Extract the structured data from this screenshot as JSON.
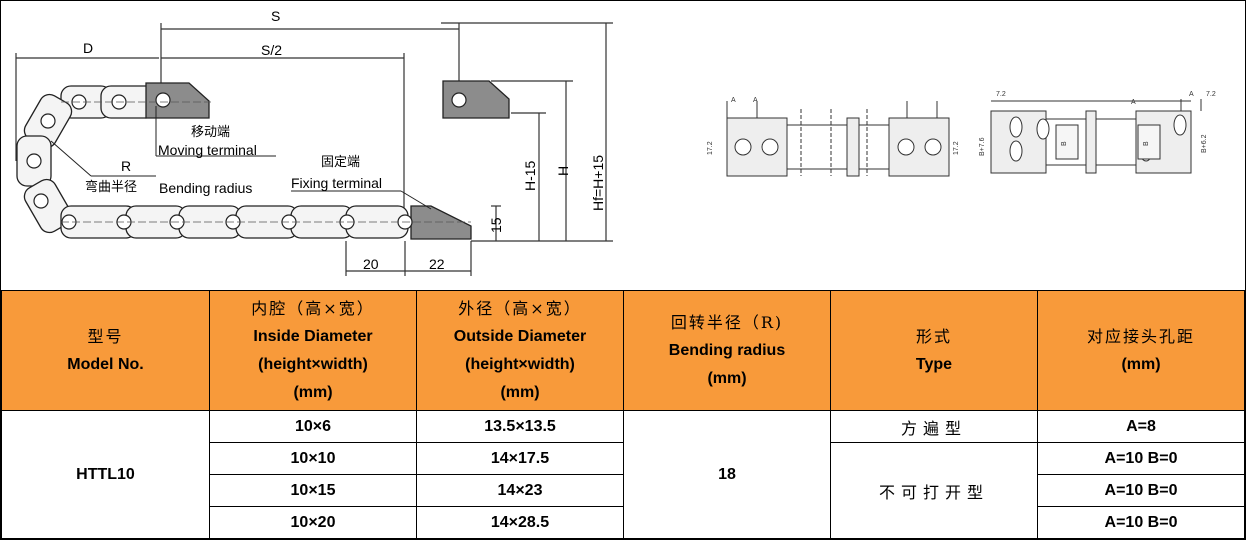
{
  "drawing": {
    "labels": {
      "s": "S",
      "s_half": "S/2",
      "d": "D",
      "r": "R",
      "moving_zh": "移动端",
      "moving_en": "Moving terminal",
      "fixing_zh": "固定端",
      "fixing_en": "Fixing terminal",
      "bending_zh": "弯曲半径",
      "bending_en": "Bending radius",
      "dim_20": "20",
      "dim_22": "22",
      "dim_15": "15",
      "h_minus_15": "H-15",
      "h": "H",
      "hf": "Hf=H+15"
    },
    "detail_labels": {
      "a1": "A",
      "a2": "A",
      "dim_17_2_a": "17.2",
      "dim_17_2_b": "17.2",
      "dim_7_2_a": "7.2",
      "dim_7_2_b": "7.2",
      "b_eq": "B+7.6",
      "b_box": "B",
      "b_eq2": "B+6.2",
      "a3": "A",
      "a4": "A",
      "b_box2": "B"
    }
  },
  "table": {
    "headers": [
      {
        "zh": "型号",
        "en": [
          "Model No."
        ]
      },
      {
        "zh": "内腔（高×宽）",
        "en": [
          "Inside Diameter",
          "(height×width)",
          "(mm)"
        ]
      },
      {
        "zh": "外径（高×宽）",
        "en": [
          "Outside Diameter",
          "(height×width)",
          "(mm)"
        ]
      },
      {
        "zh": "回转半径（R)",
        "en": [
          "Bending radius",
          "(mm)"
        ]
      },
      {
        "zh": "形式",
        "en": [
          "Type"
        ]
      },
      {
        "zh": "对应接头孔距",
        "en": [
          "(mm)"
        ]
      }
    ],
    "model": "HTTL10",
    "bending_radius": "18",
    "type_1": "方遍型",
    "type_2": "不可打开型",
    "rows": [
      {
        "inside": "10×6",
        "outside": "13.5×13.5",
        "holes": "A=8"
      },
      {
        "inside": "10×10",
        "outside": "14×17.5",
        "holes": "A=10 B=0"
      },
      {
        "inside": "10×15",
        "outside": "14×23",
        "holes": "A=10 B=0"
      },
      {
        "inside": "10×20",
        "outside": "14×28.5",
        "holes": "A=10 B=0"
      }
    ]
  }
}
